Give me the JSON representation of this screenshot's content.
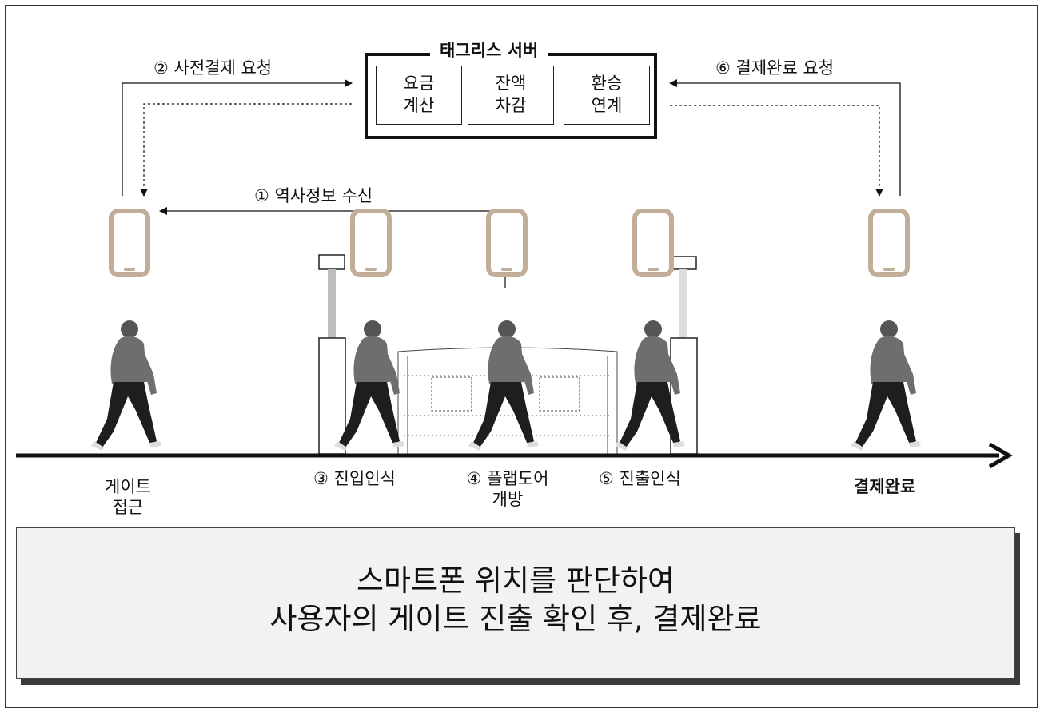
{
  "server": {
    "title": "태그리스 서버",
    "modules": [
      {
        "line1": "요금",
        "line2": "계산"
      },
      {
        "line1": "잔액",
        "line2": "차감"
      },
      {
        "line1": "환승",
        "line2": "연계"
      }
    ]
  },
  "flows": {
    "prepay_request": "② 사전결제 요청",
    "station_info": "① 역사정보 수신",
    "complete_request": "⑥ 결제완료 요청"
  },
  "steps": {
    "approach_line1": "게이트",
    "approach_line2": "접근",
    "entry": "③ 진입인식",
    "flap_line1": "④ 플랩도어",
    "flap_line2": "개방",
    "exit": "⑤ 진출인식",
    "done": "결제완료"
  },
  "summary": {
    "line1": "스마트폰 위치를 판단하여",
    "line2": "사용자의 게이트 진출 확인 후, 결제완료"
  }
}
